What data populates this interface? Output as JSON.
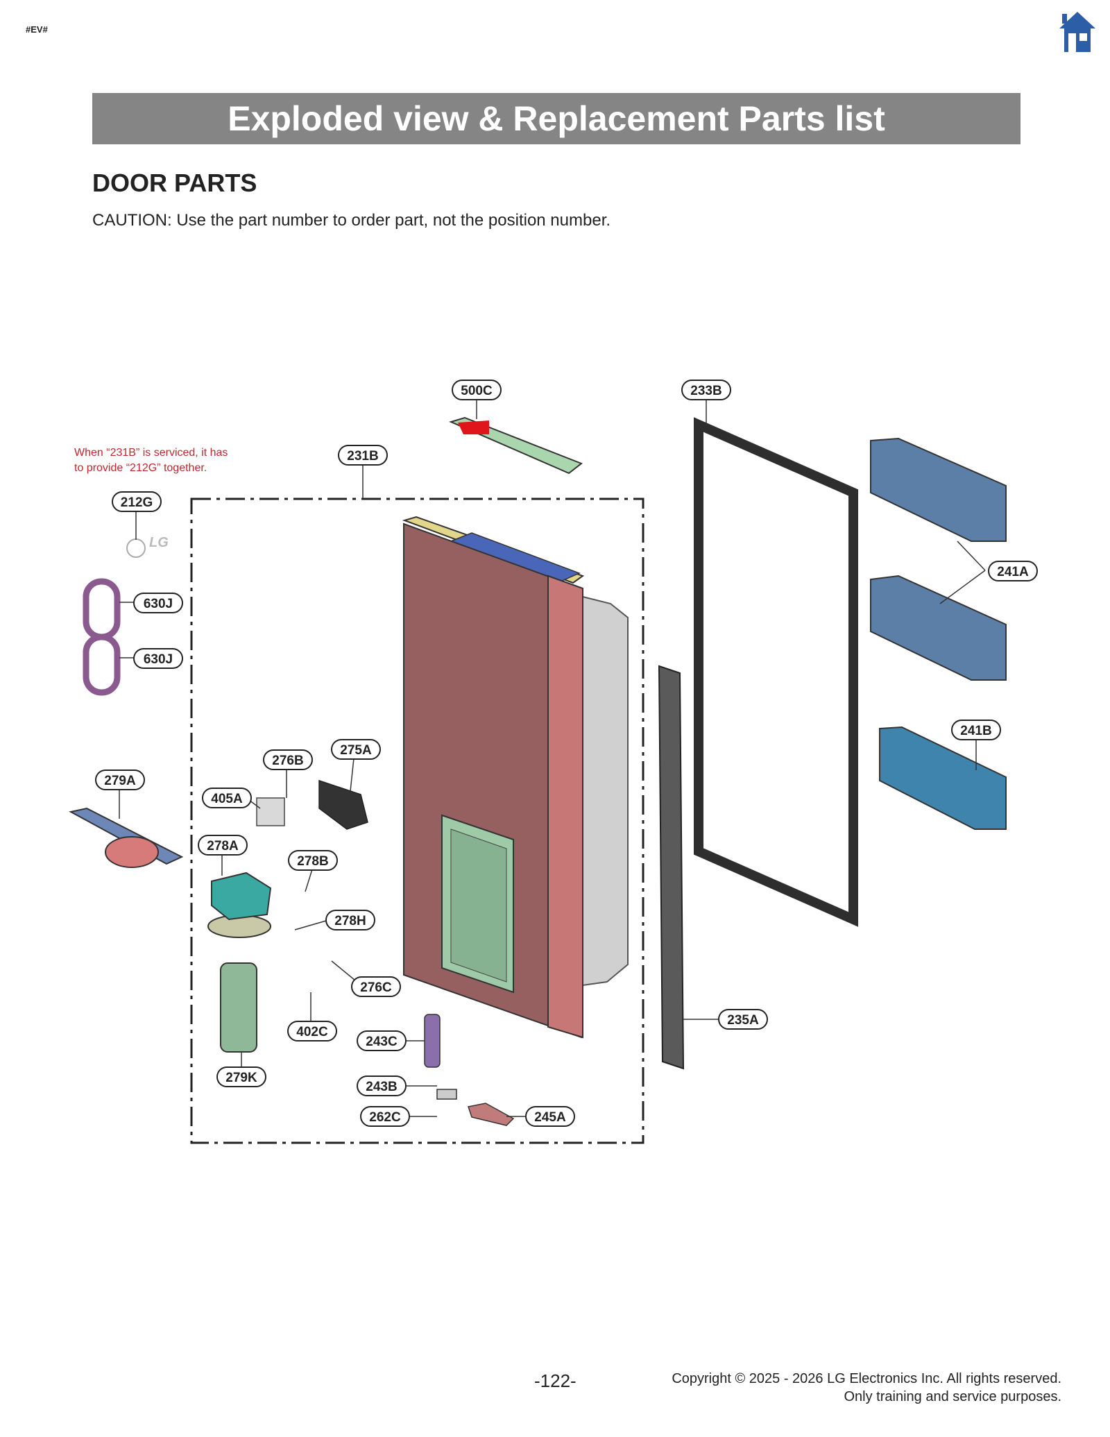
{
  "header": {
    "corner_tag": "#EV#",
    "home_icon": "home-icon",
    "banner_title": "Exploded view & Replacement Parts list"
  },
  "section": {
    "title": "DOOR PARTS",
    "caution": "CAUTION: Use the part number to order part, not the position number."
  },
  "diagram": {
    "note": "When “231B” is serviced, it has to provide “212G” together.",
    "logo_text": "LG",
    "callouts": [
      "500C",
      "233B",
      "231B",
      "212G",
      "241A",
      "630J",
      "630J",
      "241B",
      "276B",
      "275A",
      "279A",
      "405A",
      "278A",
      "278B",
      "278H",
      "276C",
      "402C",
      "243C",
      "235A",
      "279K",
      "243B",
      "262C",
      "245A"
    ]
  },
  "colors": {
    "banner": "#858585",
    "note_red": "#c0272d",
    "home_icon_blue": "#2b5ea7",
    "door_panel": "#b5626a",
    "gasket": "#2e2e2e",
    "bin_blue": "#5b7fa6",
    "bin_teal": "#3f84ad",
    "dispenser_green": "#8fb898"
  },
  "footer": {
    "page_number": "-122-",
    "copyright_line1": "Copyright © 2025 - 2026 LG Electronics Inc. All rights reserved.",
    "copyright_line2": "Only training and service purposes."
  }
}
